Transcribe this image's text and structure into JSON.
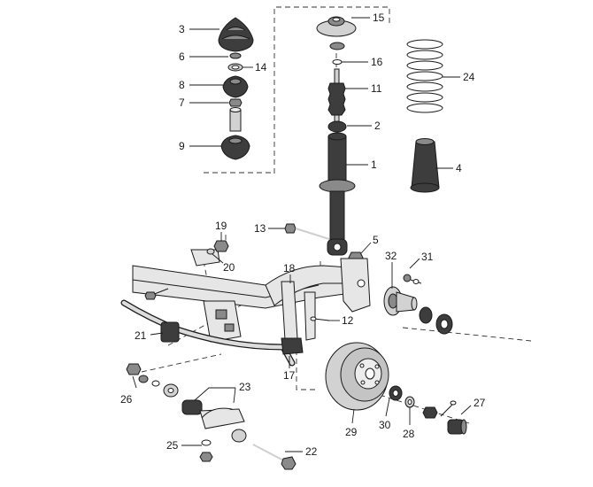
{
  "callouts": [
    {
      "id": "p1",
      "label": "1"
    },
    {
      "id": "p2",
      "label": "2"
    },
    {
      "id": "p3",
      "label": "3"
    },
    {
      "id": "p4",
      "label": "4"
    },
    {
      "id": "p5",
      "label": "5"
    },
    {
      "id": "p6",
      "label": "6"
    },
    {
      "id": "p7",
      "label": "7"
    },
    {
      "id": "p8",
      "label": "8"
    },
    {
      "id": "p9",
      "label": "9"
    },
    {
      "id": "p11",
      "label": "11"
    },
    {
      "id": "p12",
      "label": "12"
    },
    {
      "id": "p13",
      "label": "13"
    },
    {
      "id": "p14",
      "label": "14"
    },
    {
      "id": "p15",
      "label": "15"
    },
    {
      "id": "p16",
      "label": "16"
    },
    {
      "id": "p17",
      "label": "17"
    },
    {
      "id": "p18",
      "label": "18"
    },
    {
      "id": "p19",
      "label": "19"
    },
    {
      "id": "p20",
      "label": "20"
    },
    {
      "id": "p21",
      "label": "21"
    },
    {
      "id": "p22",
      "label": "22"
    },
    {
      "id": "p23",
      "label": "23"
    },
    {
      "id": "p24",
      "label": "24"
    },
    {
      "id": "p25",
      "label": "25"
    },
    {
      "id": "p26",
      "label": "26"
    },
    {
      "id": "p27",
      "label": "27"
    },
    {
      "id": "p28",
      "label": "28"
    },
    {
      "id": "p29",
      "label": "29"
    },
    {
      "id": "p30",
      "label": "30"
    },
    {
      "id": "p31",
      "label": "31"
    },
    {
      "id": "p32",
      "label": "32"
    }
  ]
}
